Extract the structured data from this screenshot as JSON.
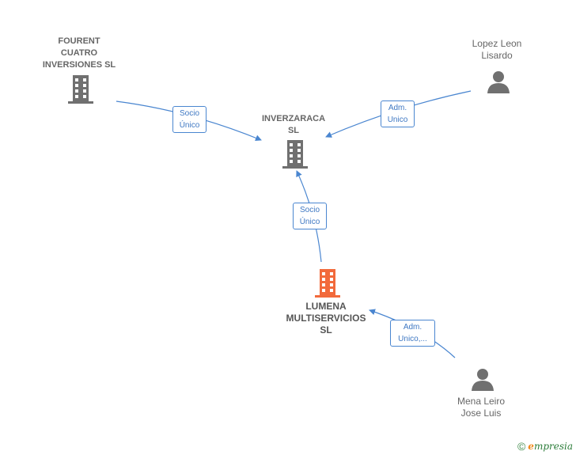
{
  "nodes": {
    "fourent": {
      "lines": [
        "FOURENT",
        "CUATRO",
        "INVERSIONES SL"
      ],
      "type": "company"
    },
    "inverzaraca": {
      "lines": [
        "INVERZARACA",
        "SL"
      ],
      "type": "company"
    },
    "lopez": {
      "lines": [
        "Lopez Leon",
        "Lisardo"
      ],
      "type": "person"
    },
    "lumena": {
      "lines": [
        "LUMENA",
        "MULTISERVICIOS",
        "SL"
      ],
      "type": "company-focus"
    },
    "mena": {
      "lines": [
        "Mena Leiro",
        "Jose Luis"
      ],
      "type": "person"
    }
  },
  "edges": {
    "fourent_inverzaraca": {
      "lines": [
        "Socio",
        "Único"
      ]
    },
    "lopez_inverzaraca": {
      "lines": [
        "Adm.",
        "Unico"
      ]
    },
    "lumena_inverzaraca": {
      "lines": [
        "Socio",
        "Único"
      ]
    },
    "mena_lumena": {
      "lines": [
        "Adm.",
        "Unico,..."
      ]
    }
  },
  "colors": {
    "edge": "#4a86d0",
    "company_icon": "#707070",
    "focus_icon": "#f26a3c",
    "person_icon": "#707070"
  },
  "footer": {
    "copyright": "©",
    "brand_initial": "e",
    "brand_rest": "mpresia"
  }
}
